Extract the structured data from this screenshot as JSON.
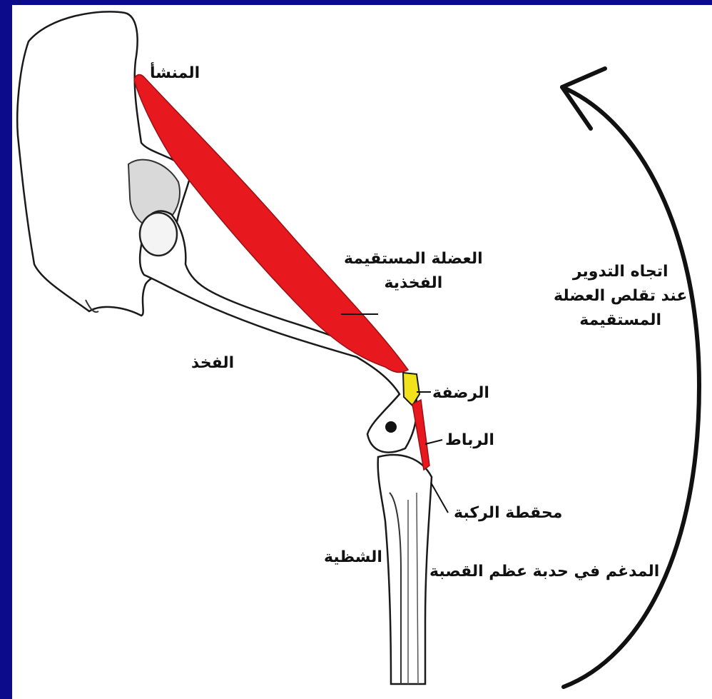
{
  "colors": {
    "background": "#0b0b8c",
    "panel": "#ffffff",
    "muscle": "#e8191e",
    "ligament": "#e8191e",
    "patella": "#f2e21c",
    "bone_outline": "#1a1a1a"
  },
  "labels": {
    "origin": "المنشأ",
    "rectus_femoris": "العضلة المستقيمة",
    "rectus_femoris_2": "الفخذية",
    "femur": "الفخذ",
    "patella": "الرضفة",
    "ligament": "الرباط",
    "knee_capsule": "محقطة الركبة",
    "fibula": "الشظية",
    "insertion": "المدغم في  حدبة عظم القصبة",
    "rotation_1": "اتجاه التدوير",
    "rotation_2": "عند تقلص العضلة",
    "rotation_3": "المستقيمة"
  },
  "icons": {
    "rotation_arrow": "curved-arrow-icon"
  }
}
